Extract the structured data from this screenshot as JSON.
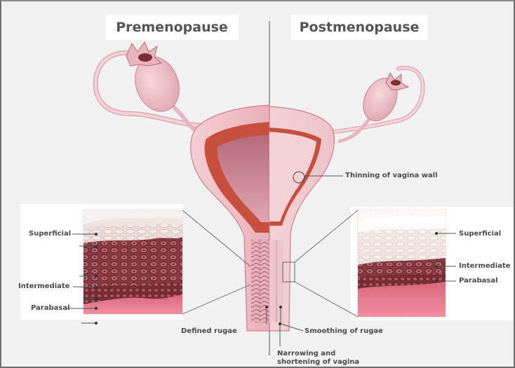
{
  "titles": {
    "premenopause": "Premenopause",
    "postmenopause": "Postmenopause"
  },
  "left_inset_labels": {
    "superficial": "Superficial",
    "intermediate": "Intermediate",
    "parabasal": "Parabasal"
  },
  "right_inset_labels": {
    "superficial": "Superficial",
    "intermediate": "Intermediate",
    "parabasal": "Parabasal"
  },
  "annotations": {
    "thinning": "Thinning of vagina wall",
    "defined_rugae": "Defined rugae",
    "smoothing_rugae": "Smoothing of rugae",
    "narrowing_line1": "Narrowing and",
    "narrowing_line2": "shortening of vagina"
  },
  "colors": {
    "background": "#f1f1f1",
    "tissue": "#f2c9cf",
    "tissue_outline": "#c7808c",
    "endometrium": "#c6503d",
    "cell_dark": "#7a2e36",
    "stroma": "#e07a8b",
    "leader_line": "#555555"
  }
}
